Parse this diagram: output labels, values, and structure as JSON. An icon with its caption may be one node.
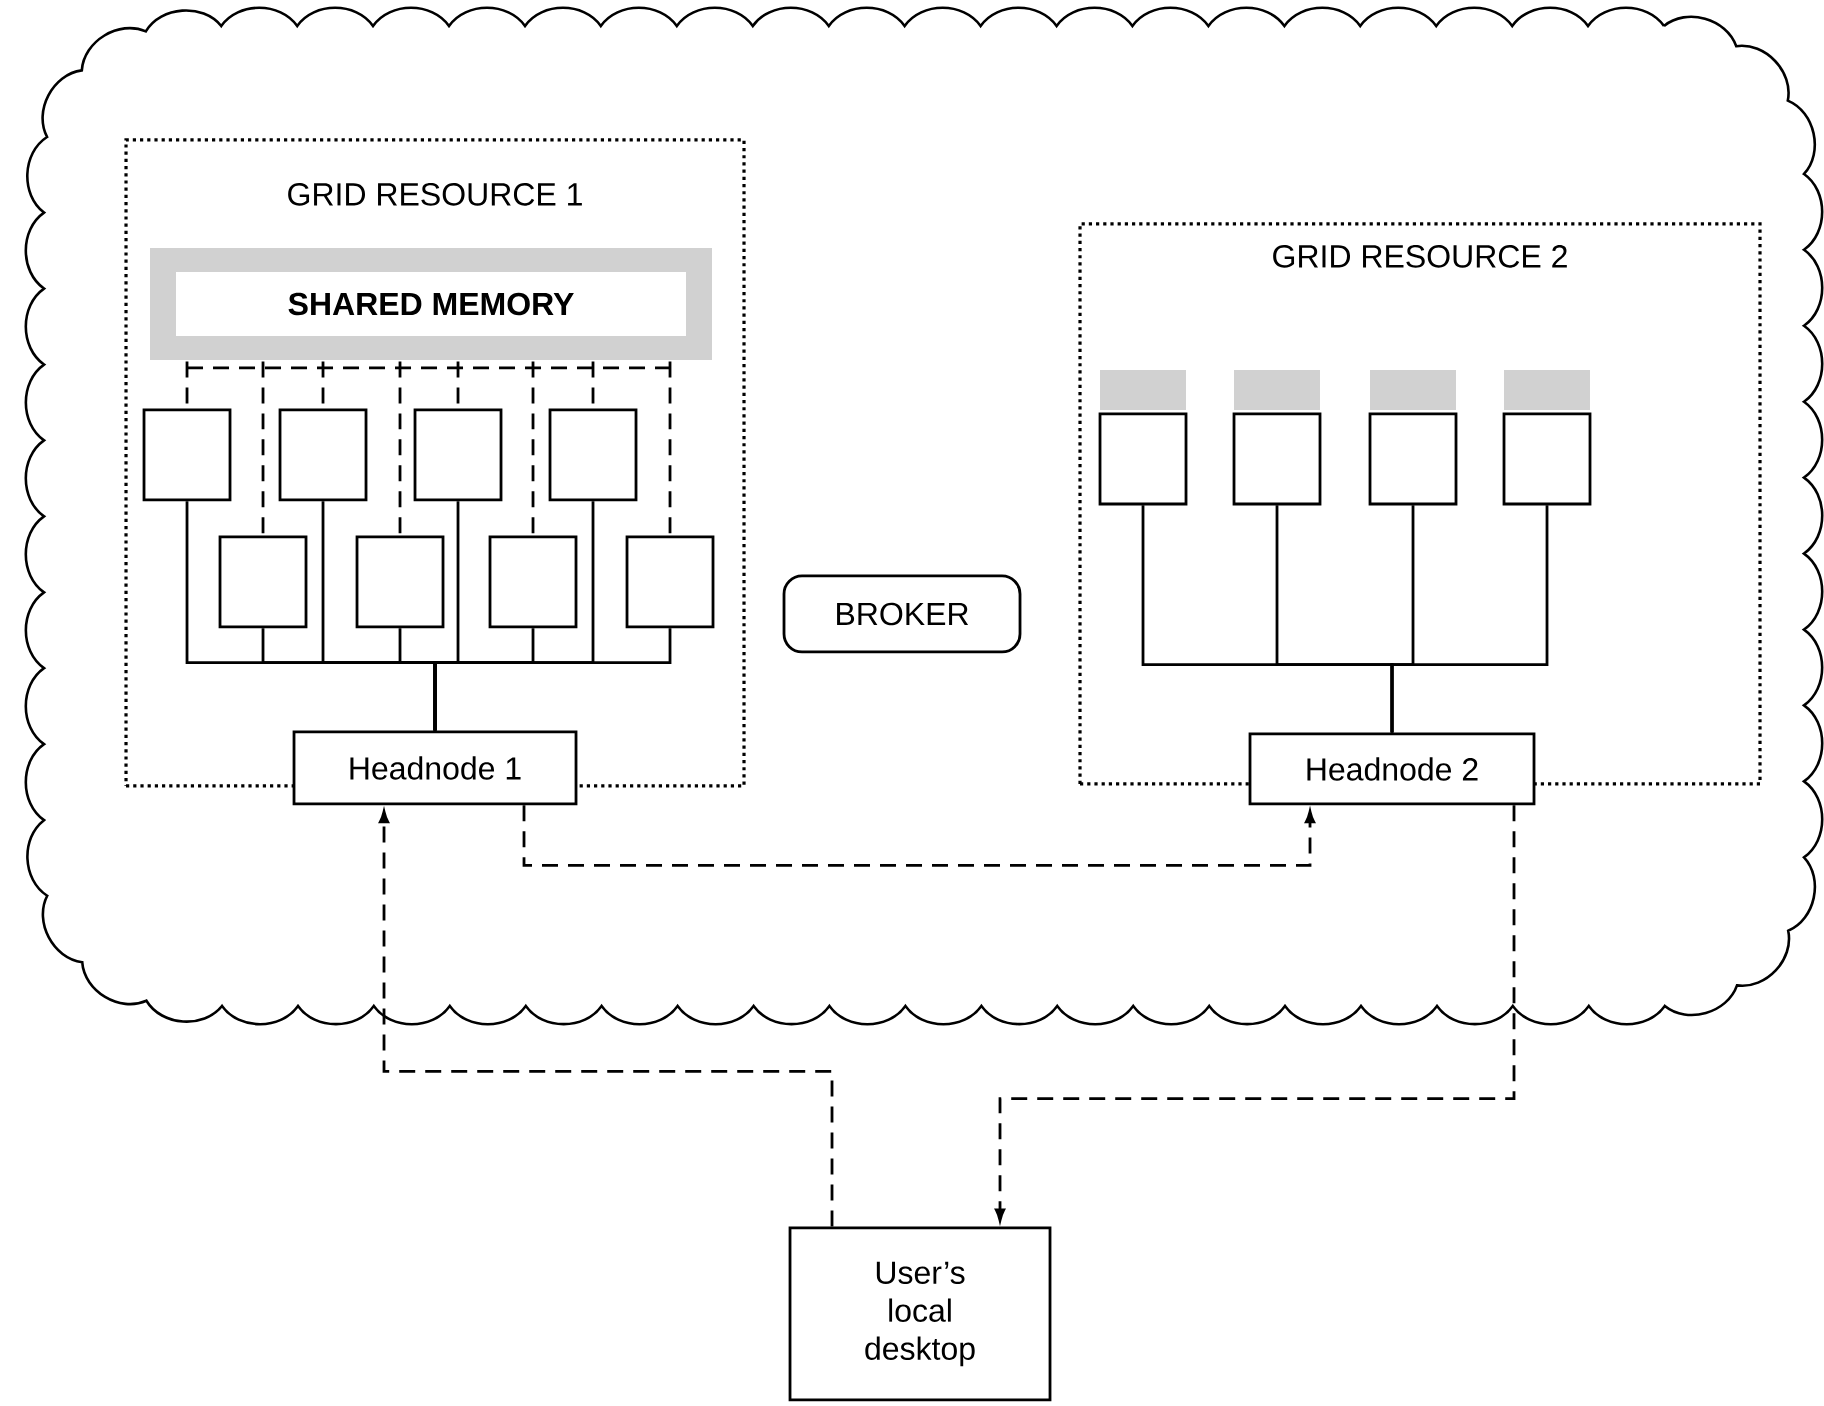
{
  "diagram": {
    "nodes": [
      {
        "text": [],
        "shape": "cloud"
      },
      {
        "text": [
          "GRID RESOURCE 1"
        ],
        "in": 0
      },
      {
        "text": [
          "**SHARED MEMORY**"
        ],
        "in": 1
      },
      {
        "text": [],
        "shape": "box",
        "in": 1
      },
      {
        "text": [],
        "shape": "box",
        "in": 1
      },
      {
        "text": [],
        "shape": "box",
        "in": 1
      },
      {
        "text": [],
        "shape": "box",
        "in": 1
      },
      {
        "text": [],
        "shape": "box",
        "in": 1
      },
      {
        "text": [],
        "shape": "box",
        "in": 1
      },
      {
        "text": [],
        "shape": "box",
        "in": 1
      },
      {
        "text": [],
        "shape": "box",
        "in": 1
      },
      {
        "text": [
          "Headnode 1"
        ],
        "in": 0
      },
      {
        "text": [
          "BROKER"
        ],
        "in": 0
      },
      {
        "text": [
          "GRID RESOURCE 2"
        ],
        "in": 0
      },
      {
        "text": [],
        "shape": "box",
        "in": 13
      },
      {
        "text": [],
        "shape": "box",
        "in": 13
      },
      {
        "text": [],
        "shape": "box",
        "in": 13
      },
      {
        "text": [],
        "shape": "box",
        "in": 13
      },
      {
        "text": [
          "Headnode 2"
        ],
        "in": 0
      },
      {
        "text": [
          "User’s local desktop"
        ]
      }
    ],
    "edges": [
      {
        "from": 2,
        "to": 3,
        "arrow": "none",
        "style": "dashed"
      },
      {
        "from": 2,
        "to": 4,
        "arrow": "none",
        "style": "dashed"
      },
      {
        "from": 2,
        "to": 5,
        "arrow": "none",
        "style": "dashed"
      },
      {
        "from": 2,
        "to": 6,
        "arrow": "none",
        "style": "dashed"
      },
      {
        "from": 2,
        "to": 7,
        "arrow": "none",
        "style": "dashed"
      },
      {
        "from": 2,
        "to": 8,
        "arrow": "none",
        "style": "dashed"
      },
      {
        "from": 2,
        "to": 9,
        "arrow": "none",
        "style": "dashed"
      },
      {
        "from": 2,
        "to": 10,
        "arrow": "none",
        "style": "dashed"
      },
      {
        "from": 3,
        "to": 11,
        "arrow": "none"
      },
      {
        "from": 4,
        "to": 11,
        "arrow": "none"
      },
      {
        "from": 5,
        "to": 11,
        "arrow": "none"
      },
      {
        "from": 6,
        "to": 11,
        "arrow": "none"
      },
      {
        "from": 7,
        "to": 11,
        "arrow": "none"
      },
      {
        "from": 8,
        "to": 11,
        "arrow": "none"
      },
      {
        "from": 9,
        "to": 11,
        "arrow": "none"
      },
      {
        "from": 10,
        "to": 11,
        "arrow": "none"
      },
      {
        "from": 14,
        "to": 18,
        "arrow": "none"
      },
      {
        "from": 15,
        "to": 18,
        "arrow": "none"
      },
      {
        "from": 16,
        "to": 18,
        "arrow": "none"
      },
      {
        "from": 17,
        "to": 18,
        "arrow": "none"
      },
      {
        "from": 11,
        "to": 18,
        "arrow": "to",
        "style": "dashed"
      },
      {
        "from": 19,
        "to": 11,
        "arrow": "to",
        "style": "dashed"
      },
      {
        "from": 18,
        "to": 19,
        "arrow": "to",
        "style": "dashed"
      }
    ]
  }
}
